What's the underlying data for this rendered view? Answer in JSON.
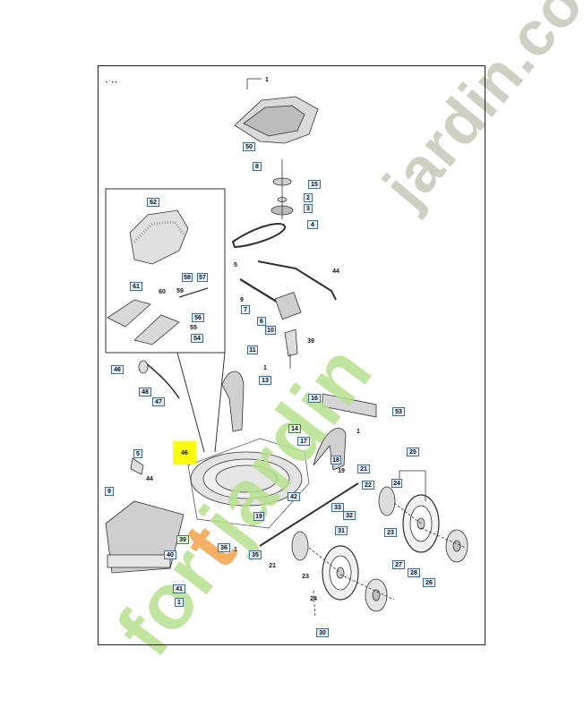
{
  "diagram": {
    "header_mark": "• ' • •",
    "watermarks": {
      "right": "jardin.com",
      "left_a": "for",
      "left_b": "t",
      "left_c": "jardin"
    },
    "callouts": [
      {
        "id": "c1",
        "text": "1",
        "style": "plain"
      },
      {
        "id": "c50",
        "text": "50",
        "style": "box"
      },
      {
        "id": "c8",
        "text": "8",
        "style": "box"
      },
      {
        "id": "c15",
        "text": "15",
        "style": "box"
      },
      {
        "id": "c2",
        "text": "2",
        "style": "box"
      },
      {
        "id": "c3",
        "text": "3",
        "style": "box"
      },
      {
        "id": "c4",
        "text": "4",
        "style": "box"
      },
      {
        "id": "c62",
        "text": "62",
        "style": "box"
      },
      {
        "id": "c5a",
        "text": "5",
        "style": "plain"
      },
      {
        "id": "c44a",
        "text": "44",
        "style": "plain"
      },
      {
        "id": "c58",
        "text": "58",
        "style": "box"
      },
      {
        "id": "c57",
        "text": "57",
        "style": "box"
      },
      {
        "id": "c61",
        "text": "61",
        "style": "box"
      },
      {
        "id": "c60",
        "text": "60",
        "style": "plain"
      },
      {
        "id": "c59",
        "text": "59",
        "style": "plain"
      },
      {
        "id": "c9a",
        "text": "9",
        "style": "plain"
      },
      {
        "id": "c56",
        "text": "56",
        "style": "box"
      },
      {
        "id": "c55",
        "text": "55",
        "style": "plain"
      },
      {
        "id": "c7",
        "text": "7",
        "style": "box"
      },
      {
        "id": "c54",
        "text": "54",
        "style": "box"
      },
      {
        "id": "c6",
        "text": "6",
        "style": "box"
      },
      {
        "id": "c10",
        "text": "10",
        "style": "box"
      },
      {
        "id": "c39a",
        "text": "39",
        "style": "plain"
      },
      {
        "id": "c11",
        "text": "11",
        "style": "box"
      },
      {
        "id": "c1b",
        "text": "1",
        "style": "plain"
      },
      {
        "id": "c46a",
        "text": "46",
        "style": "box"
      },
      {
        "id": "c13",
        "text": "13",
        "style": "box"
      },
      {
        "id": "c48",
        "text": "48",
        "style": "box"
      },
      {
        "id": "c47",
        "text": "47",
        "style": "box"
      },
      {
        "id": "c16",
        "text": "16",
        "style": "box"
      },
      {
        "id": "c53",
        "text": "53",
        "style": "box"
      },
      {
        "id": "c14",
        "text": "14",
        "style": "green"
      },
      {
        "id": "c1c",
        "text": "1",
        "style": "plain"
      },
      {
        "id": "c17",
        "text": "17",
        "style": "box"
      },
      {
        "id": "c5b",
        "text": "5",
        "style": "box"
      },
      {
        "id": "c46b",
        "text": "46",
        "style": "yellow"
      },
      {
        "id": "c25",
        "text": "25",
        "style": "box"
      },
      {
        "id": "c18",
        "text": "18",
        "style": "box"
      },
      {
        "id": "c21a",
        "text": "21",
        "style": "box"
      },
      {
        "id": "c44b",
        "text": "44",
        "style": "plain"
      },
      {
        "id": "c19a",
        "text": "19",
        "style": "plain"
      },
      {
        "id": "c24a",
        "text": "24",
        "style": "box"
      },
      {
        "id": "c22",
        "text": "22",
        "style": "box"
      },
      {
        "id": "c9b",
        "text": "9",
        "style": "box"
      },
      {
        "id": "c42",
        "text": "42",
        "style": "box"
      },
      {
        "id": "c33",
        "text": "33",
        "style": "box"
      },
      {
        "id": "c32",
        "text": "32",
        "style": "box"
      },
      {
        "id": "c19b",
        "text": "19",
        "style": "box"
      },
      {
        "id": "c23a",
        "text": "23",
        "style": "box"
      },
      {
        "id": "c31",
        "text": "31",
        "style": "box"
      },
      {
        "id": "c39b",
        "text": "39",
        "style": "green"
      },
      {
        "id": "c36",
        "text": "36",
        "style": "box"
      },
      {
        "id": "c1d",
        "text": "1",
        "style": "plain"
      },
      {
        "id": "c35",
        "text": "35",
        "style": "box"
      },
      {
        "id": "c40",
        "text": "40",
        "style": "box"
      },
      {
        "id": "c27",
        "text": "27",
        "style": "box"
      },
      {
        "id": "c21b",
        "text": "21",
        "style": "plain"
      },
      {
        "id": "c28",
        "text": "28",
        "style": "box"
      },
      {
        "id": "c23b",
        "text": "23",
        "style": "plain"
      },
      {
        "id": "c26",
        "text": "26",
        "style": "box"
      },
      {
        "id": "c41",
        "text": "41",
        "style": "box"
      },
      {
        "id": "c24b",
        "text": "24",
        "style": "plain"
      },
      {
        "id": "c1e",
        "text": "1",
        "style": "box"
      },
      {
        "id": "c30",
        "text": "30",
        "style": "box"
      }
    ]
  }
}
